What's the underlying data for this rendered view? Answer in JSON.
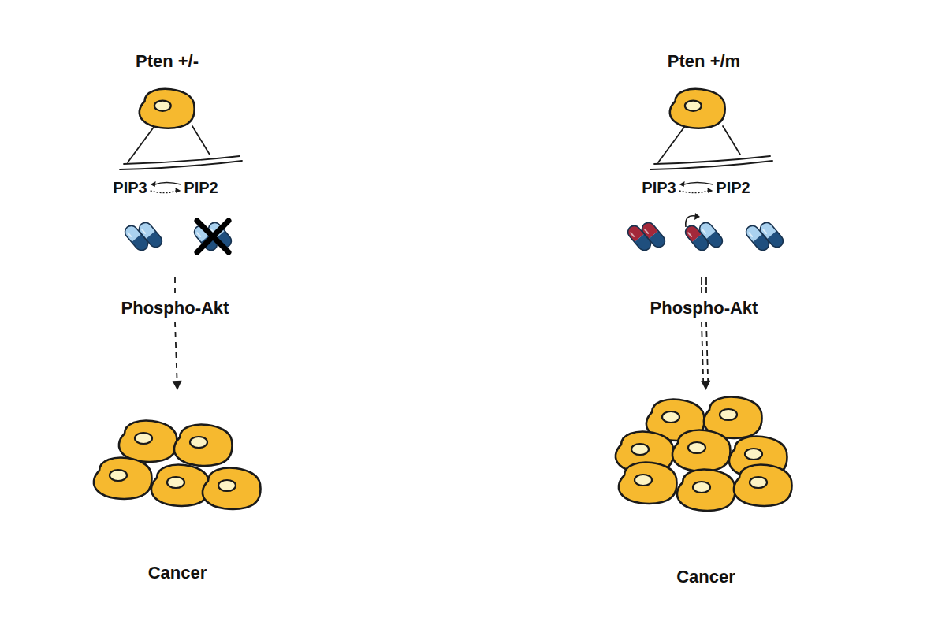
{
  "diagram": {
    "nodes": [
      {
        "text": [
          "Pten +/-"
        ]
      },
      {
        "text": [
          "Phospho-Akt"
        ]
      },
      {
        "text": [
          "Cancer"
        ]
      },
      {
        "text": [
          "Pten +/m"
        ]
      },
      {
        "text": [
          "Phospho-Akt"
        ]
      },
      {
        "text": [
          "Cancer"
        ]
      }
    ],
    "edges": [
      {
        "from": 1,
        "to": 2,
        "arrow": "to"
      },
      {
        "from": 4,
        "to": 5,
        "arrow": "to"
      }
    ],
    "labels": [
      "PIP3",
      "PIP2",
      "PIP3",
      "PIP2"
    ]
  }
}
